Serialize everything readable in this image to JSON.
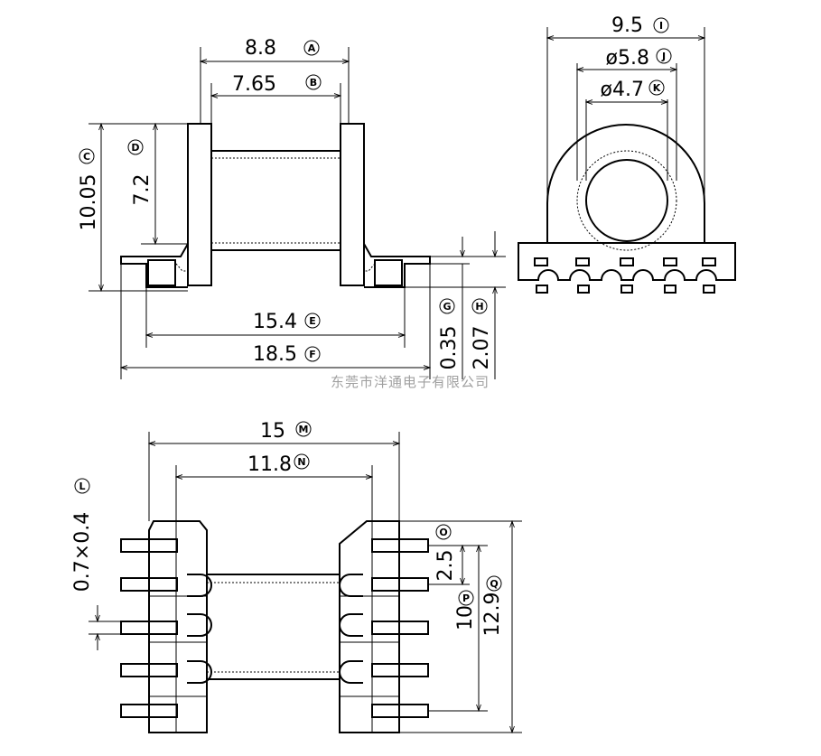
{
  "dimensions": {
    "A": "8.8",
    "B": "7.65",
    "C": "10.05",
    "D": "7.2",
    "E": "15.4",
    "F": "18.5",
    "G": "0.35",
    "H": "2.07",
    "I": "9.5",
    "J": "ø5.8",
    "K": "ø4.7",
    "L": "0.7×0.4",
    "M": "15",
    "N": "11.8",
    "O": "",
    "P": "2.5",
    "P2": "10",
    "Q": "12.9"
  },
  "tags": {
    "A": "A",
    "B": "B",
    "C": "C",
    "D": "D",
    "E": "E",
    "F": "F",
    "G": "G",
    "H": "H",
    "I": "I",
    "J": "J",
    "K": "K",
    "L": "L",
    "M": "M",
    "N": "N",
    "O": "O",
    "P": "P",
    "Q": "Q"
  },
  "watermark": "东莞市洋通电子有限公司"
}
